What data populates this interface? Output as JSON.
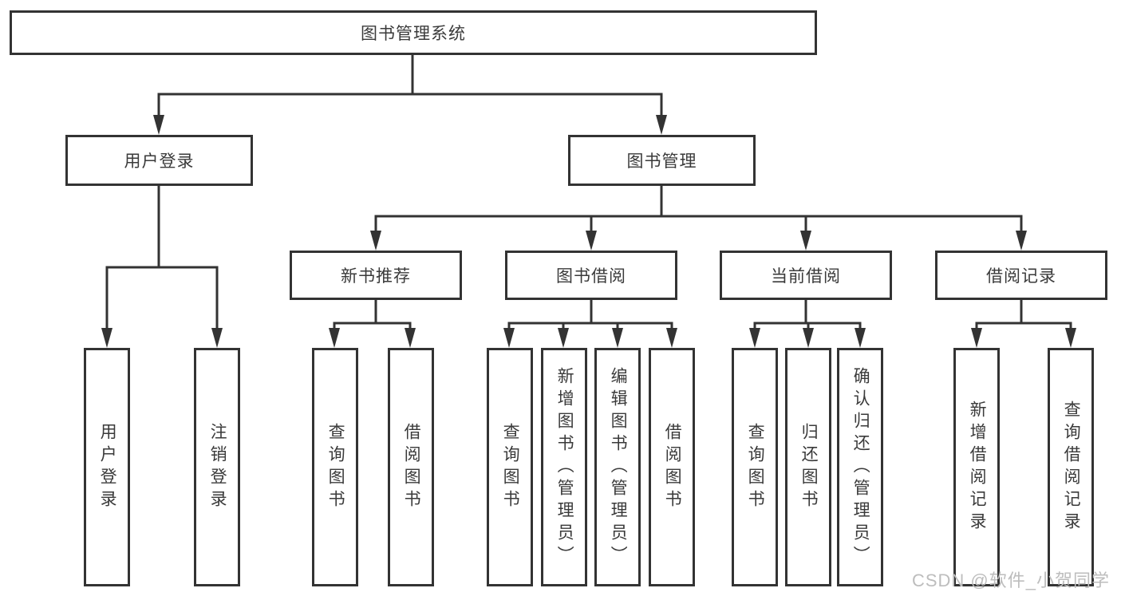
{
  "diagram_title": "图书管理系统",
  "colors": {
    "line": "#333333",
    "box_border": "#333333",
    "text": "#3a3a3a",
    "watermark": "#bdbdbd",
    "background": "#ffffff"
  },
  "tree": {
    "root": {
      "label": "图书管理系统"
    },
    "branches": [
      {
        "label": "用户登录",
        "children": [
          {
            "label": "用户登录"
          },
          {
            "label": "注销登录"
          }
        ]
      },
      {
        "label": "图书管理",
        "children": [
          {
            "label": "新书推荐",
            "children": [
              {
                "label": "查询图书"
              },
              {
                "label": "借阅图书"
              }
            ]
          },
          {
            "label": "图书借阅",
            "children": [
              {
                "label": "查询图书"
              },
              {
                "label": "新增图书（管理员）"
              },
              {
                "label": "编辑图书（管理员）"
              },
              {
                "label": "借阅图书"
              }
            ]
          },
          {
            "label": "当前借阅",
            "children": [
              {
                "label": "查询图书"
              },
              {
                "label": "归还图书"
              },
              {
                "label": "确认归还（管理员）"
              }
            ]
          },
          {
            "label": "借阅记录",
            "children": [
              {
                "label": "新增借阅记录"
              },
              {
                "label": "查询借阅记录"
              }
            ]
          }
        ]
      }
    ]
  },
  "watermark": {
    "text": "CSDN @软件_小贺同学"
  }
}
